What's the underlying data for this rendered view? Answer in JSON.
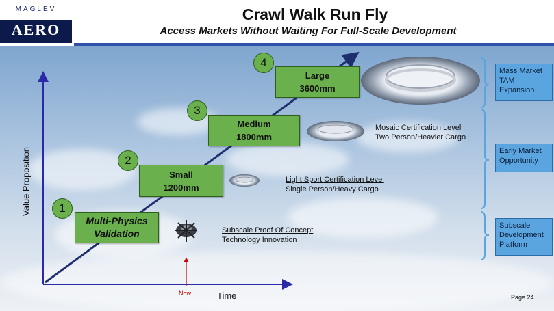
{
  "logo": {
    "top": "MAGLEV",
    "bottom": "AERO"
  },
  "title": "Crawl Walk Run Fly",
  "subtitle": "Access Markets Without Waiting For Full-Scale Development",
  "steps": [
    {
      "number": "1",
      "line1": "Multi-Physics",
      "line2": "Validation"
    },
    {
      "number": "2",
      "line1": "Small",
      "line2": "1200mm"
    },
    {
      "number": "3",
      "line1": "Medium",
      "line2": "1800mm"
    },
    {
      "number": "4",
      "line1": "Large",
      "line2": "3600mm"
    }
  ],
  "descriptions": [
    {
      "heading": "Subscale Proof Of Concept",
      "detail": "Technology Innovation"
    },
    {
      "heading": "Light Sport Certification Level",
      "detail": "Single Person/Heavy Cargo"
    },
    {
      "heading": "Mosaic Certification Level",
      "detail": "Two Person/Heavier Cargo"
    }
  ],
  "markets": [
    {
      "line1": "Mass Market",
      "line2": "TAM",
      "line3": "Expansion"
    },
    {
      "line1": "Early Market",
      "line2": "Opportunity"
    },
    {
      "line1": "Subscale",
      "line2": "Development",
      "line3": "Platform"
    }
  ],
  "axes": {
    "y_label": "Value Proposition",
    "x_label": "Time",
    "now_label": "Now"
  },
  "page": "Page 24",
  "colors": {
    "step_green": "#6ab04c",
    "market_blue": "#5aa5e0",
    "arrow_navy": "#1f2f6e",
    "now_red": "#cc0000"
  }
}
